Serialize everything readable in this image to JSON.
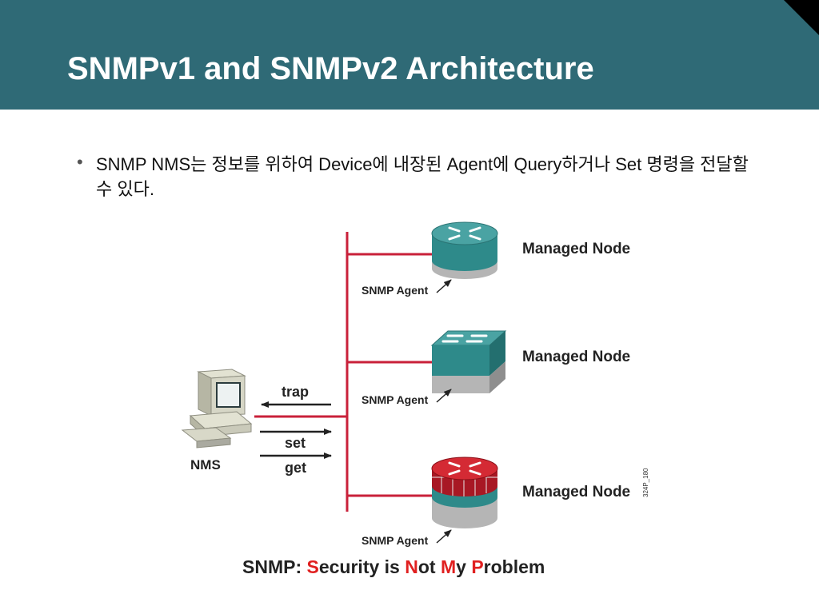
{
  "slide": {
    "title": "SNMPv1 and SNMPv2 Architecture",
    "bullet": "SNMP NMS는 정보를 위하여 Device에 내장된 Agent에 Query하거나 Set 명령을 전달할 수 있다."
  },
  "diagram": {
    "nms_label": "NMS",
    "arrows": {
      "trap": "trap",
      "set": "set",
      "get": "get"
    },
    "nodes": [
      {
        "device": "router",
        "node_label": "Managed Node",
        "agent_label": "SNMP Agent"
      },
      {
        "device": "switch",
        "node_label": "Managed Node",
        "agent_label": "SNMP Agent"
      },
      {
        "device": "firewall-router",
        "node_label": "Managed Node",
        "agent_label": "SNMP Agent"
      }
    ],
    "figure_code": "324P_180",
    "footer": {
      "prefix": "SNMP: ",
      "parts": [
        {
          "initial": "S",
          "rest": "ecurity is "
        },
        {
          "initial": "N",
          "rest": "ot "
        },
        {
          "initial": "M",
          "rest": "y "
        },
        {
          "initial": "P",
          "rest": "roblem"
        }
      ],
      "initial_color": "#e02020",
      "text_color": "#222222"
    },
    "colors": {
      "bus_line": "#c9203a",
      "device_teal": "#3f9a9a",
      "device_red": "#c8202c",
      "device_base": "#b5b5b5"
    }
  }
}
